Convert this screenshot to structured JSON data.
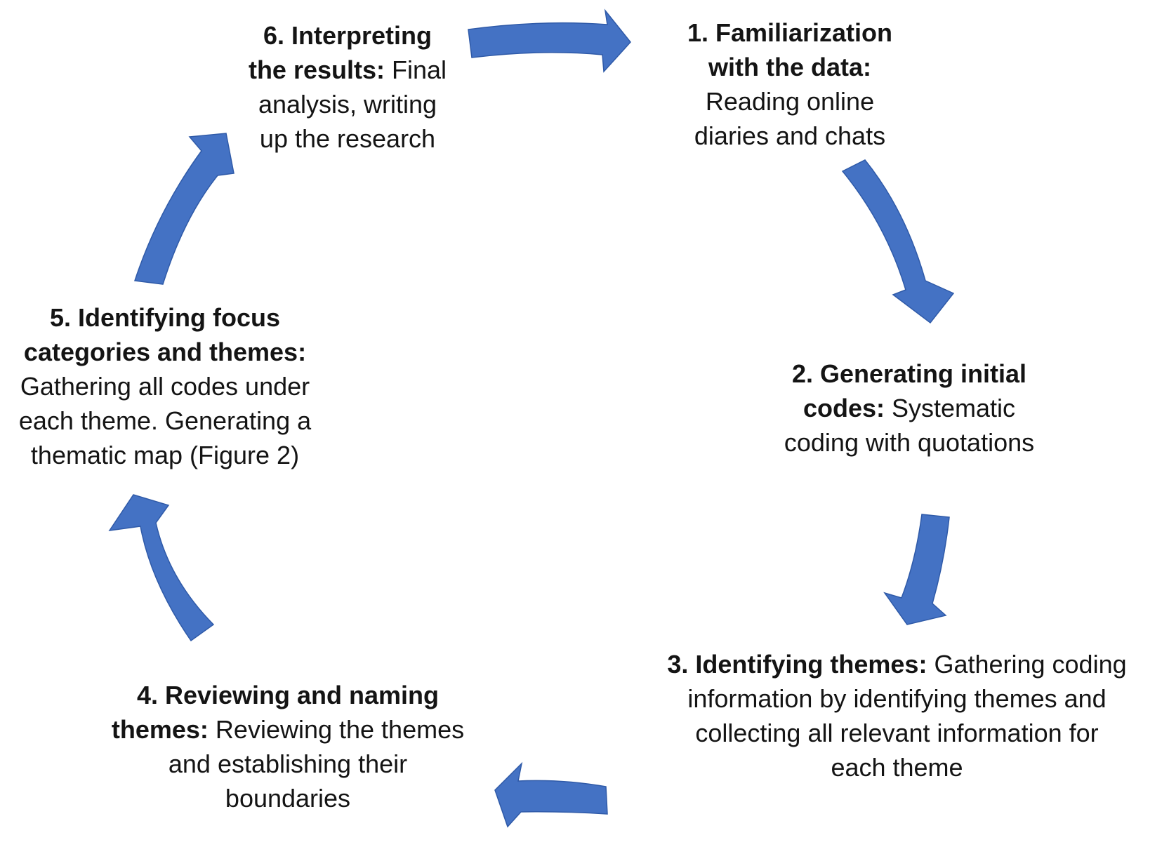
{
  "diagram": {
    "type": "cycle",
    "arrow_color": "#4472C4",
    "arrow_stroke": "#2F5AA8",
    "steps": [
      {
        "id": 1,
        "title": "1. Familiarization with the data:",
        "title_lines": [
          "1. Familiarization",
          "with the data:"
        ],
        "body_lines": [
          "Reading online",
          "diaries and chats"
        ]
      },
      {
        "id": 2,
        "title_lines": [
          "2. Generating initial",
          "codes:"
        ],
        "body_first": " Systematic",
        "body_lines": [
          "coding with quotations"
        ]
      },
      {
        "id": 3,
        "title_lines": [
          "3. Identifying themes:"
        ],
        "body_first": " Gathering coding",
        "body_lines": [
          "information by identifying themes and",
          "collecting all relevant information for",
          "each theme"
        ]
      },
      {
        "id": 4,
        "title_lines": [
          "4. Reviewing and naming",
          "themes:"
        ],
        "body_first": " Reviewing the themes",
        "body_lines": [
          "and establishing their",
          "boundaries"
        ]
      },
      {
        "id": 5,
        "title_lines": [
          "5. Identifying focus",
          "categories and themes:"
        ],
        "body_lines": [
          "Gathering all codes under",
          "each theme. Generating a",
          "thematic map (Figure 2)"
        ]
      },
      {
        "id": 6,
        "title_lines": [
          "6. Interpreting",
          "the results:"
        ],
        "body_first": " Final",
        "body_lines": [
          "analysis, writing",
          "up the research"
        ]
      }
    ],
    "arrows": [
      {
        "from": 6,
        "to": 1,
        "direction": "right"
      },
      {
        "from": 1,
        "to": 2,
        "direction": "down-right"
      },
      {
        "from": 2,
        "to": 3,
        "direction": "down"
      },
      {
        "from": 3,
        "to": 4,
        "direction": "left"
      },
      {
        "from": 4,
        "to": 5,
        "direction": "up"
      },
      {
        "from": 5,
        "to": 6,
        "direction": "up-right"
      }
    ]
  }
}
